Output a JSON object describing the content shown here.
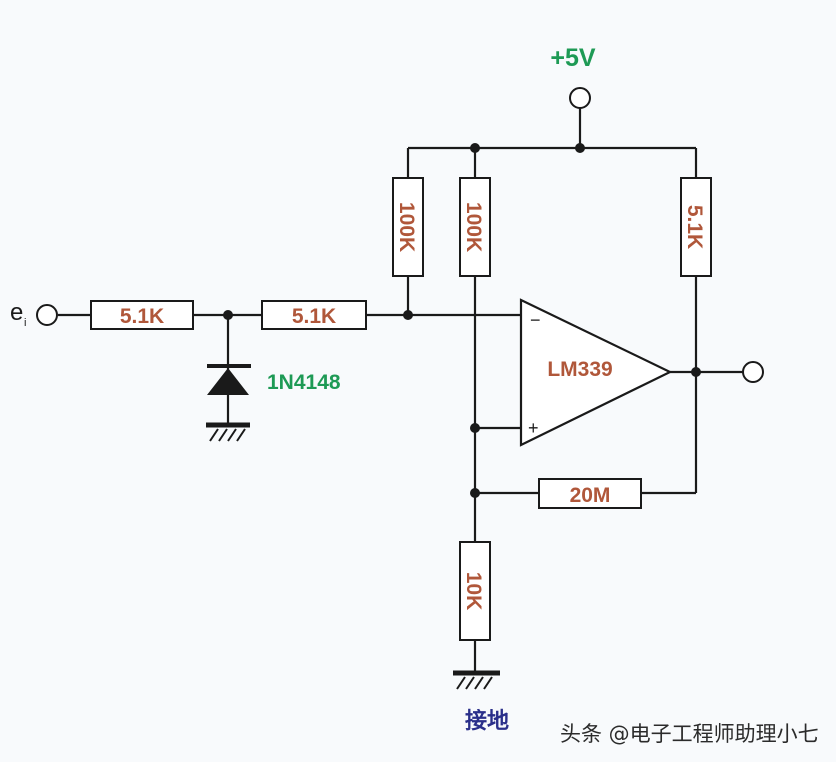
{
  "diagram": {
    "title": "LM339 comparator with hysteresis",
    "supply_label": "+5V",
    "input_label": "e",
    "input_subscript": "i",
    "comparator_label": "LM339",
    "inverting_pin": "−",
    "noninverting_pin": "+",
    "diode_label": "1N4148",
    "ground_label": "接地",
    "watermark": "头条 @电子工程师助理小七",
    "resistors": {
      "r_in1": "5.1K",
      "r_in2": "5.1K",
      "r_pullup_inv": "100K",
      "r_pullup_div": "100K",
      "r_pullup_out": "5.1K",
      "r_feedback": "20M",
      "r_ground": "10K"
    },
    "colors": {
      "resistor_text": "#b0573a",
      "supply_text": "#1e9a55",
      "ground_text": "#2a2f8a"
    }
  }
}
